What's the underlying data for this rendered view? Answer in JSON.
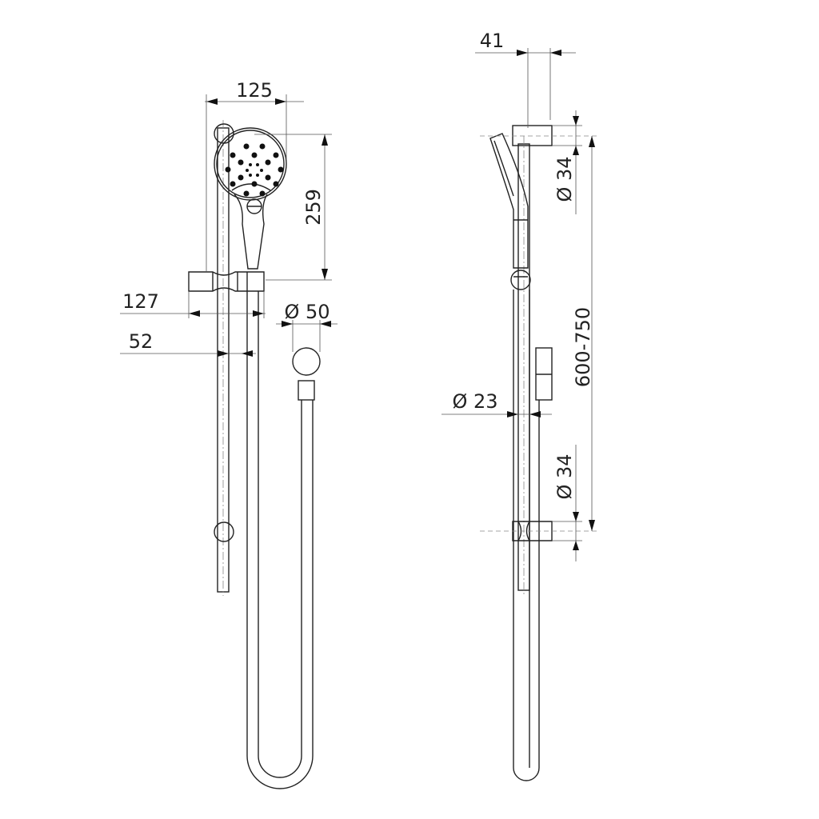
{
  "front_view": {
    "dimensions": {
      "head_width": "125",
      "head_height": "259",
      "slider_depth": "127",
      "rail_offset": "52",
      "elbow_diameter": "Ø 50"
    }
  },
  "side_view": {
    "dimensions": {
      "head_projection": "41",
      "top_bracket_diameter": "Ø 34",
      "rail_diameter": "Ø 23",
      "bottom_bracket_diameter": "Ø 34",
      "bracket_spacing": "600-750"
    }
  }
}
